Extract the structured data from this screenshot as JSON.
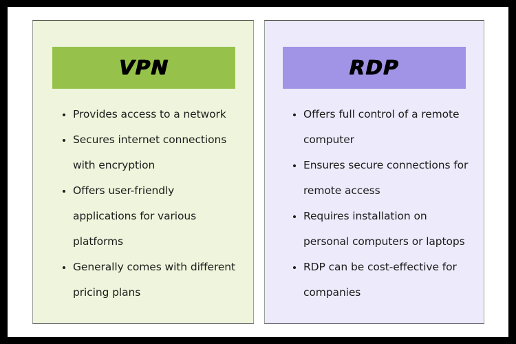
{
  "slide": {
    "frame_color": "#000000",
    "canvas_color": "#ffffff"
  },
  "cards": [
    {
      "id": "vpn",
      "title": "VPN",
      "header_color": "#96C24B",
      "background_color": "#EEF5DC",
      "bullets": [
        "Provides access to a network",
        "Secures internet connections with encryption",
        "Offers user-friendly applications for various platforms",
        "Generally comes with different pricing plans"
      ]
    },
    {
      "id": "rdp",
      "title": "RDP",
      "header_color": "#A193E6",
      "background_color": "#EDEAFB",
      "bullets": [
        "Offers full control of a remote computer",
        "Ensures secure connections for remote access",
        "Requires installation on personal computers or laptops",
        "RDP can be cost-effective for companies"
      ]
    }
  ]
}
